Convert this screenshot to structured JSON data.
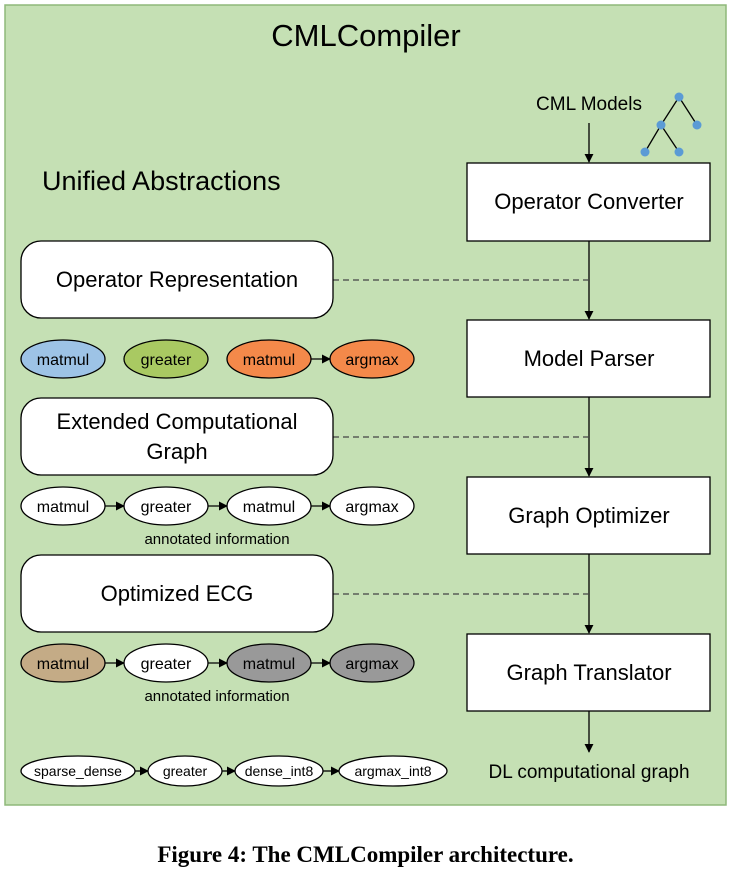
{
  "title": "CMLCompiler",
  "section_title": "Unified Abstractions",
  "input_label": "CML Models",
  "output_label": "DL computational graph",
  "pipeline": [
    {
      "label": "Operator Converter"
    },
    {
      "label": "Model Parser"
    },
    {
      "label": "Graph Optimizer"
    },
    {
      "label": "Graph Translator"
    }
  ],
  "abstractions": [
    {
      "lines": [
        "Operator Representation"
      ]
    },
    {
      "lines": [
        "Extended Computational",
        "Graph"
      ]
    },
    {
      "lines": [
        "Optimized ECG"
      ]
    }
  ],
  "operator_row": [
    {
      "label": "matmul",
      "fill": "#9dc3e6"
    },
    {
      "label": "greater",
      "fill": "#a9c962"
    },
    {
      "label": "matmul",
      "fill": "#f4894a"
    },
    {
      "label": "argmax",
      "fill": "#f4894a"
    }
  ],
  "ecg_row": [
    {
      "label": "matmul",
      "fill": "#ffffff"
    },
    {
      "label": "greater",
      "fill": "#ffffff"
    },
    {
      "label": "matmul",
      "fill": "#ffffff"
    },
    {
      "label": "argmax",
      "fill": "#ffffff"
    }
  ],
  "optimized_row": [
    {
      "label": "matmul",
      "fill": "#c4ab86"
    },
    {
      "label": "greater",
      "fill": "#ffffff"
    },
    {
      "label": "matmul",
      "fill": "#999999"
    },
    {
      "label": "argmax",
      "fill": "#999999"
    }
  ],
  "final_row": [
    {
      "label": "sparse_dense",
      "fill": "#ffffff"
    },
    {
      "label": "greater",
      "fill": "#ffffff"
    },
    {
      "label": "dense_int8",
      "fill": "#ffffff"
    },
    {
      "label": "argmax_int8",
      "fill": "#ffffff"
    }
  ],
  "annotation_label": "annotated information",
  "caption": "Figure 4: The CMLCompiler architecture.",
  "colors": {
    "panel_fill": "#c5e0b4",
    "panel_border": "#8fb87a",
    "tree_node": "#5b9bd5"
  }
}
